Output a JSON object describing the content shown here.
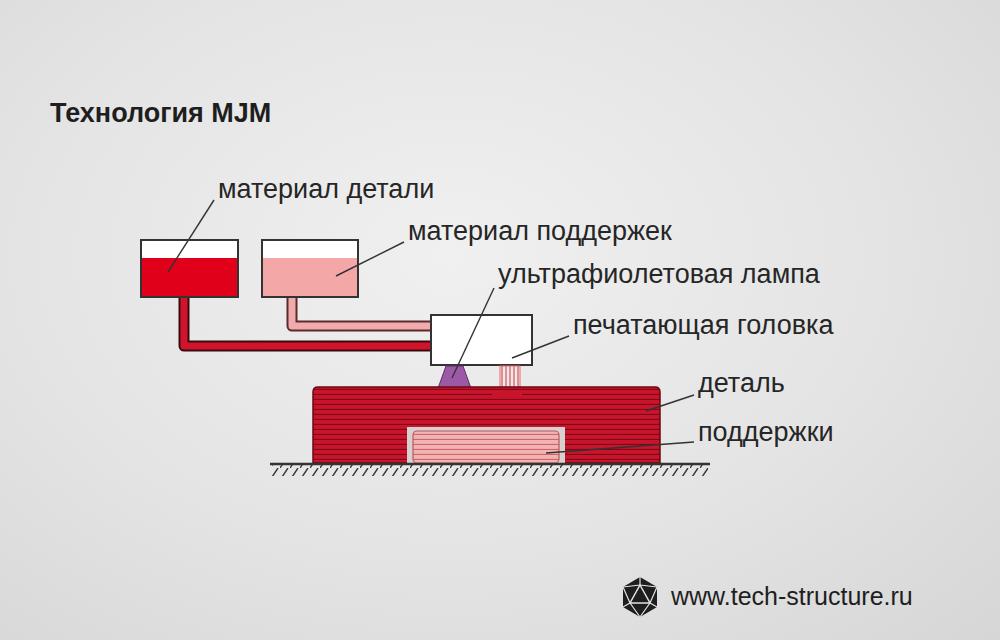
{
  "diagram": {
    "title": "Технология MJM",
    "labels": [
      "материал детали",
      "материал поддержек",
      "ультрафиолетовая лампа",
      "печатающая головка",
      "деталь",
      "поддержки",
      "www.tech-structure.ru"
    ]
  }
}
